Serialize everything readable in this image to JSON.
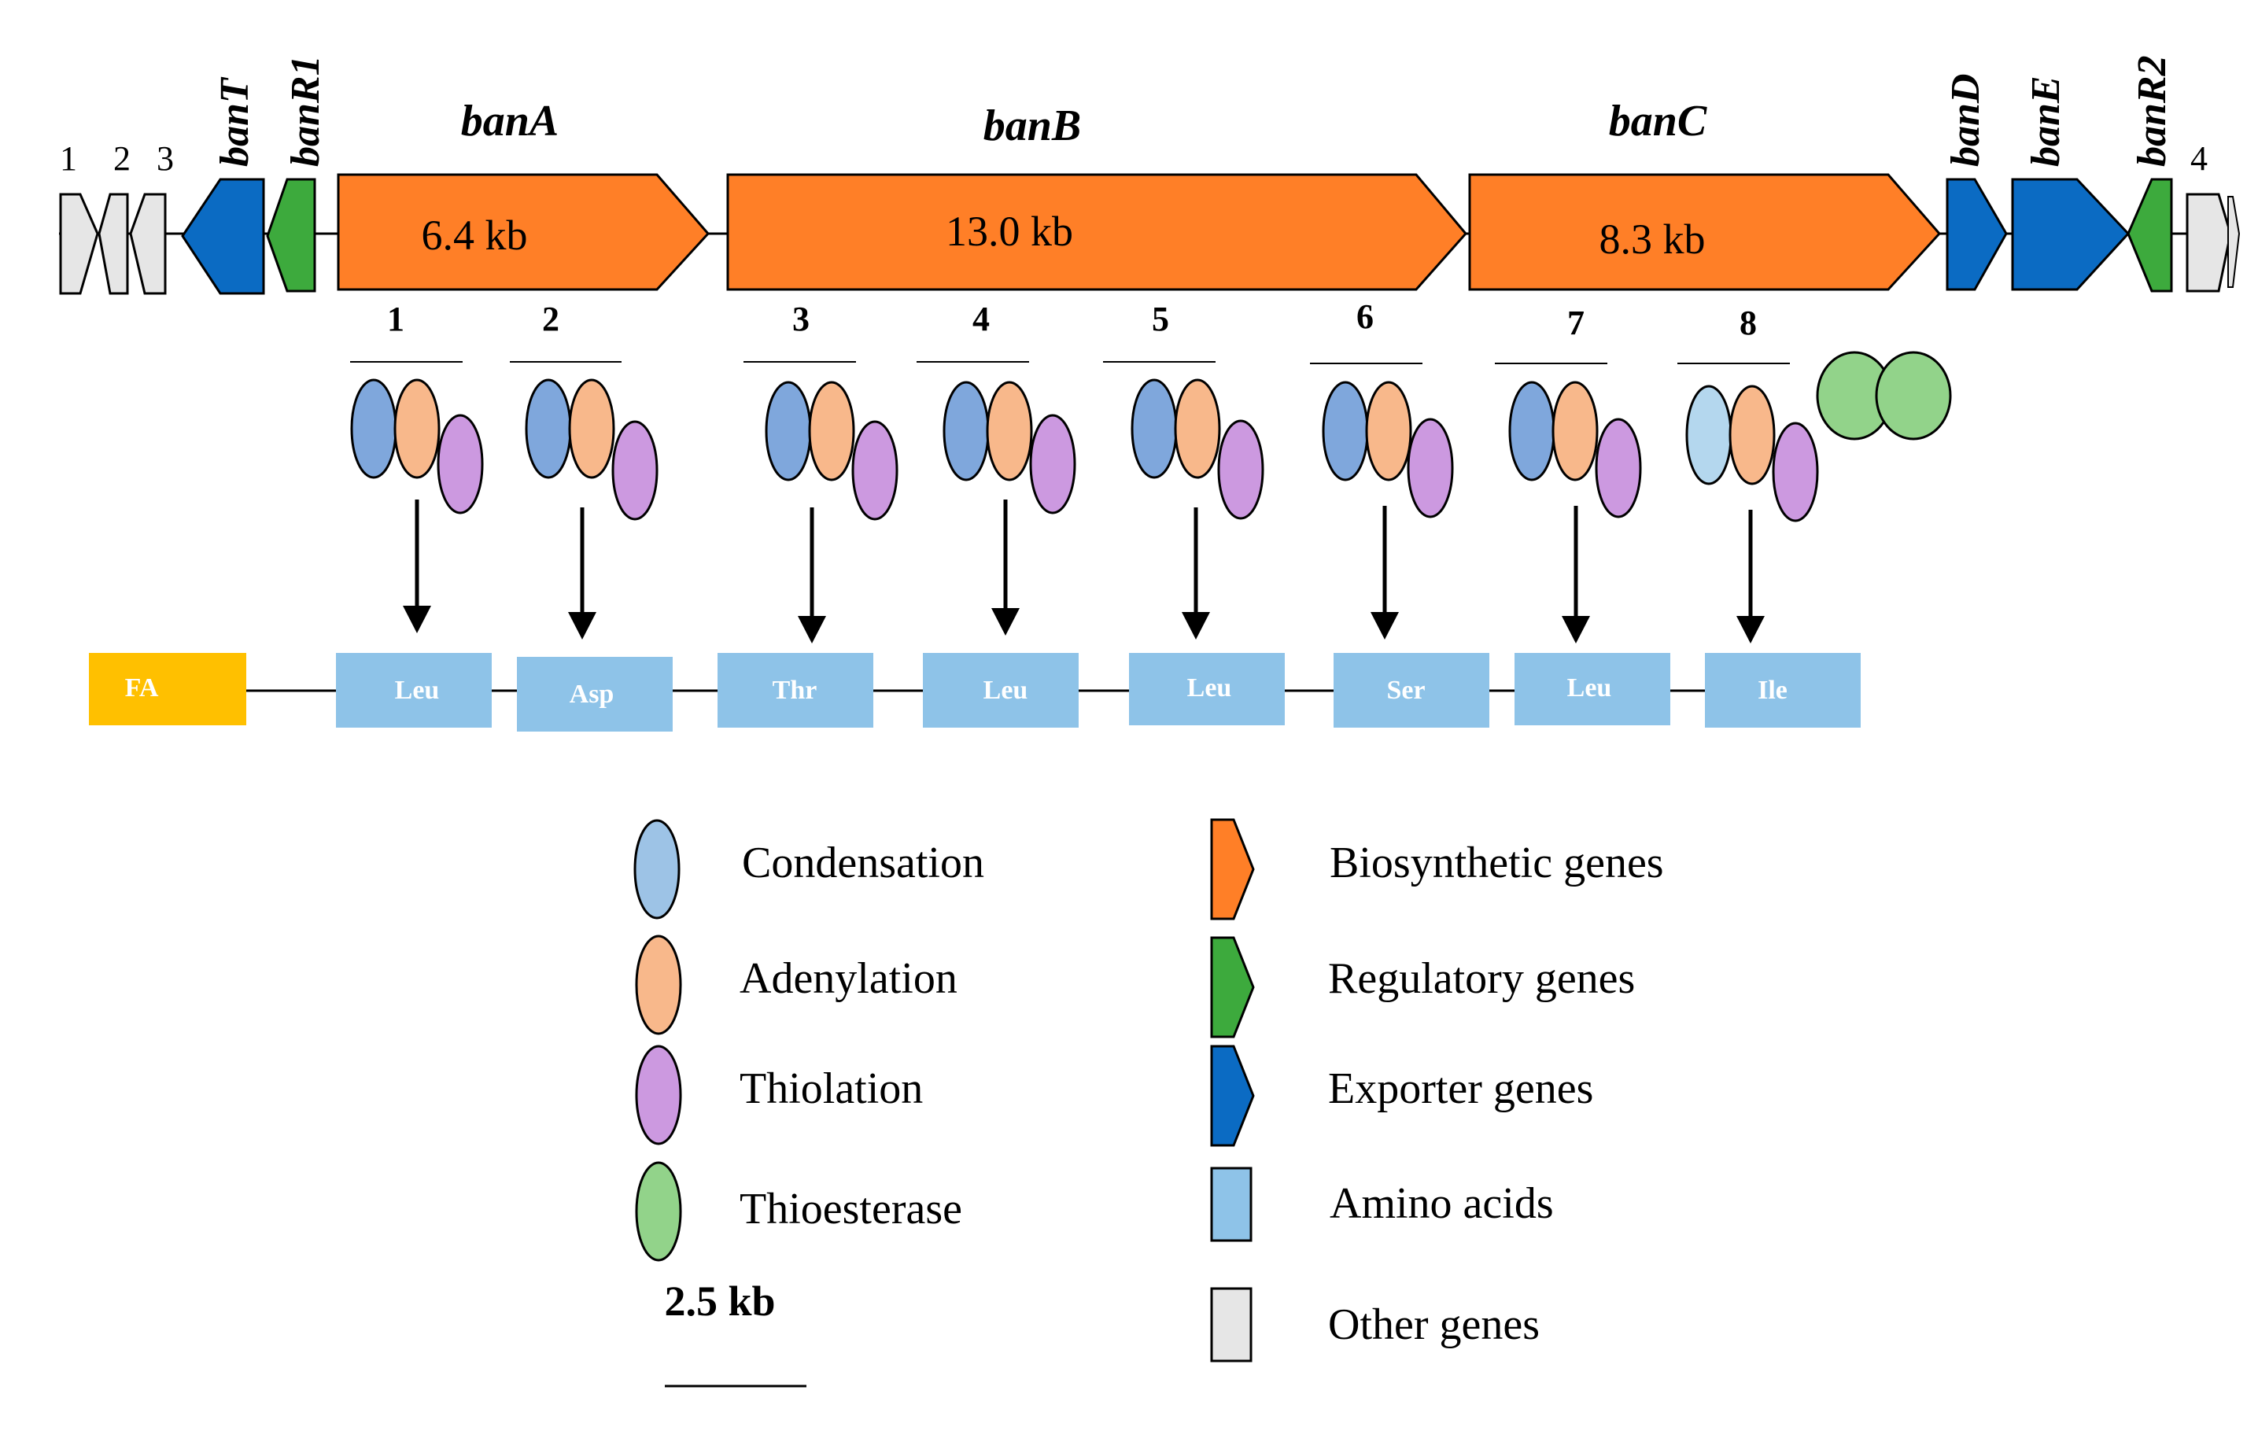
{
  "gene_cluster": {
    "other_genes_left_labels": [
      "1",
      "2",
      "3"
    ],
    "other_gene_right_label": "4",
    "banT": "banT",
    "banR1": "banR1",
    "banA": {
      "name": "banA",
      "size": "6.4 kb"
    },
    "banB": {
      "name": "banB",
      "size": "13.0 kb"
    },
    "banC": {
      "name": "banC",
      "size": "8.3 kb"
    },
    "banD": "banD",
    "banE": "banE",
    "banR2": "banR2"
  },
  "modules": [
    {
      "number": "1",
      "amino_acid": "Leu"
    },
    {
      "number": "2",
      "amino_acid": "Asp"
    },
    {
      "number": "3",
      "amino_acid": "Thr"
    },
    {
      "number": "4",
      "amino_acid": "Leu"
    },
    {
      "number": "5",
      "amino_acid": "Leu"
    },
    {
      "number": "6",
      "amino_acid": "Ser"
    },
    {
      "number": "7",
      "amino_acid": "Leu"
    },
    {
      "number": "8",
      "amino_acid": "Ile"
    }
  ],
  "fatty_acid_label": "FA",
  "legend": {
    "domains": [
      {
        "label": "Condensation",
        "color": "#9DC3E6"
      },
      {
        "label": "Adenylation",
        "color": "#F8B88B"
      },
      {
        "label": "Thiolation",
        "color": "#CC99E0"
      },
      {
        "label": "Thioesterase",
        "color": "#92D38A"
      }
    ],
    "genes": [
      {
        "label": "Biosynthetic genes",
        "color": "#FF7F27"
      },
      {
        "label": "Regulatory genes",
        "color": "#3DAA3D"
      },
      {
        "label": "Exporter genes",
        "color": "#0B6BC3"
      },
      {
        "label": "Amino acids",
        "color": "#8EC3E8"
      },
      {
        "label": "Other genes",
        "color": "#E6E6E6"
      }
    ],
    "scale_label": "2.5 kb"
  },
  "colors": {
    "biosynthetic": "#FF7F27",
    "regulatory": "#3DAA3D",
    "exporter": "#0B6BC3",
    "other": "#E6E6E6",
    "amino_acid_box": "#8EC3E8",
    "fatty_acid_box": "#FFC000",
    "condensation": "#7FA7DC",
    "condensation_light": "#B4D7EE",
    "adenylation": "#F8B88B",
    "thiolation": "#CC99E0",
    "thioesterase": "#92D38A"
  }
}
